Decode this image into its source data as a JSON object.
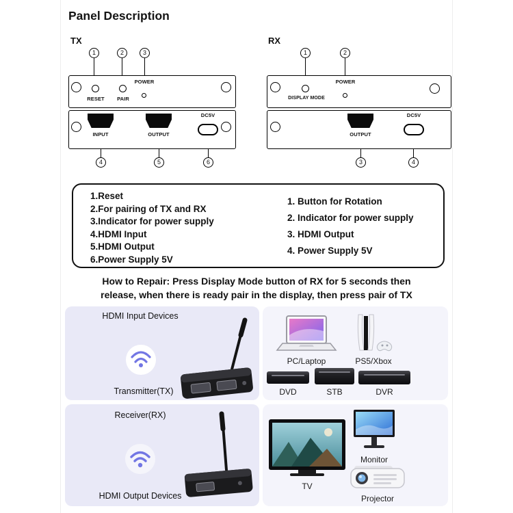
{
  "title": "Panel Description",
  "tx": {
    "label": "TX",
    "callouts_top": [
      "1",
      "2",
      "3"
    ],
    "callouts_bottom": [
      "4",
      "5",
      "6"
    ],
    "reset": "RESET",
    "pair": "PAIR",
    "power": "POWER",
    "input": "INPUT",
    "output": "OUTPUT",
    "dc5v": "DC5V"
  },
  "rx": {
    "label": "RX",
    "callouts_top": [
      "1",
      "2"
    ],
    "callouts_bottom": [
      "3",
      "4"
    ],
    "display_mode": "DISPLAY MODE",
    "power": "POWER",
    "output": "OUTPUT",
    "dc5v": "DC5V"
  },
  "legend": {
    "left": [
      "1.Reset",
      "2.For pairing of TX and RX",
      "3.Indicator for power supply",
      "4.HDMI Input",
      "5.HDMI Output",
      "6.Power Supply 5V"
    ],
    "right": [
      "1. Button for Rotation",
      "2. Indicator for power supply",
      "3. HDMI Output",
      "4. Power Supply 5V"
    ]
  },
  "how_to_repair": {
    "line1": "How to Repair: Press Display Mode button of RX for 5 seconds then",
    "line2": "release, when there is ready pair in the display, then press pair of TX"
  },
  "connection": {
    "tx_title": "HDMI Input Devices",
    "tx_caption": "Transmitter(TX)",
    "rx_title": "Receiver(RX)",
    "rx_caption": "HDMI Output Devices",
    "devices": {
      "pc": "PC/Laptop",
      "ps5": "PS5/Xbox",
      "dvd": "DVD",
      "stb": "STB",
      "dvr": "DVR",
      "tv": "TV",
      "monitor": "Monitor",
      "projector": "Projector"
    }
  },
  "colors": {
    "accent_purple": "#7276e4",
    "panel_lavender": "#e9e9f7",
    "device_black": "#1b1b1d"
  }
}
